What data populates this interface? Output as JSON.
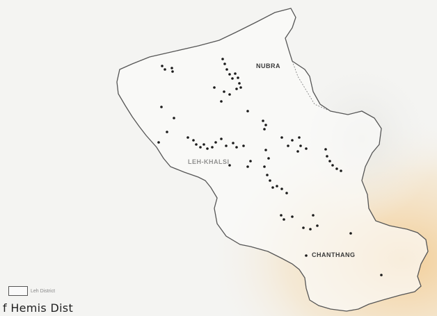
{
  "map": {
    "regions": [
      {
        "id": "nubra",
        "label": "NUBRA"
      },
      {
        "id": "central",
        "label": "LEH-KHALSI"
      },
      {
        "id": "changthang",
        "label": "CHANTHANG"
      }
    ],
    "legend": {
      "label": "Leh District"
    },
    "caption": "f Hemis Dist"
  },
  "colors": {
    "background": "#f4f4f2",
    "outline": "#555555",
    "dot": "#1a1a1a",
    "stain": "#f2c98c"
  },
  "icons": [
    "dot-marker",
    "legend-box"
  ]
}
